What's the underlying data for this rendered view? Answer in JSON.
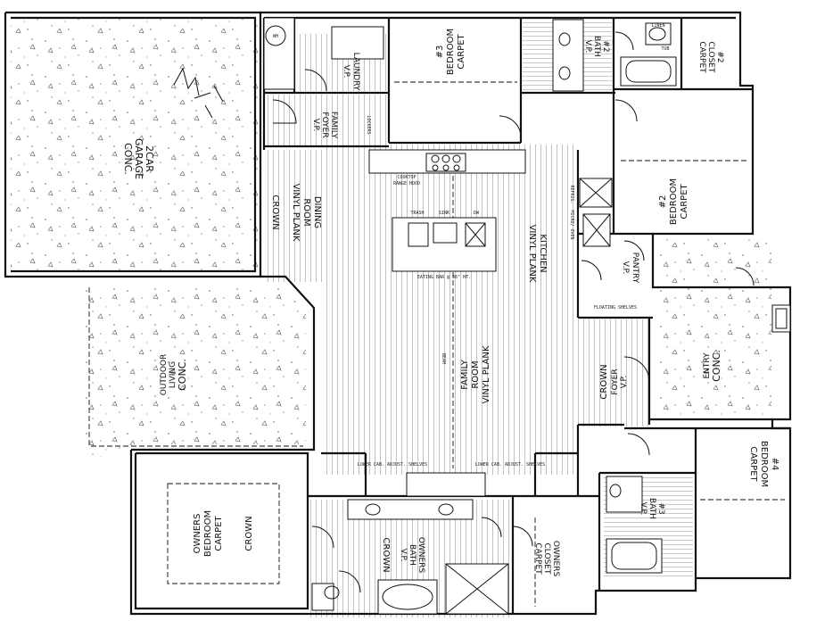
{
  "rooms": {
    "garage": {
      "line1": "2CAR",
      "line2": "GARAGE",
      "line3": "CONC."
    },
    "outdoor": {
      "line1": "OUTDOOR",
      "line2": "LIVING",
      "line3": "CONC."
    },
    "dining": {
      "line1": "DINING",
      "line2": "ROOM",
      "line3": "VINYL PLANK",
      "ceiling": "CROWN"
    },
    "family": {
      "line1": "FAMILY",
      "line2": "ROOM",
      "line3": "VINYL PLANK"
    },
    "kitchen": {
      "line1": "KITCHEN",
      "line2": "VINYL PLANK"
    },
    "laundry": {
      "line1": "LAUNDRY",
      "line2": "V.P."
    },
    "family_foyer": {
      "line1": "FAMILY",
      "line2": "FOYER",
      "line3": "V.P."
    },
    "bed3": {
      "line1": "#3",
      "line2": "BEDROOM",
      "line3": "CARPET"
    },
    "bath2": {
      "line1": "#2",
      "line2": "BATH",
      "line3": "V.P."
    },
    "closet2": {
      "line1": "#2",
      "line2": "CLOSET",
      "line3": "CARPET"
    },
    "bed2": {
      "line1": "#2",
      "line2": "BEDROOM",
      "line3": "CARPET"
    },
    "pantry": {
      "line1": "PANTRY",
      "line2": "V.P."
    },
    "entry": {
      "line1": "ENTRY",
      "line2": "CONC."
    },
    "foyer": {
      "line1": "FOYER",
      "line2": "V.P.",
      "ceiling": "CROWN"
    },
    "bed4": {
      "line1": "#4",
      "line2": "BEDROOM",
      "line3": "CARPET"
    },
    "bath3": {
      "line1": "#3",
      "line2": "BATH",
      "line3": "V.P."
    },
    "owners_bed": {
      "line1": "OWNERS",
      "line2": "BEDROOM",
      "line3": "CARPET",
      "ceiling": "CROWN"
    },
    "owners_bath": {
      "line1": "OWNERS",
      "line2": "BATH",
      "line3": "V.P.",
      "ceiling": "CROWN"
    },
    "owners_closet": {
      "line1": "OWNERS",
      "line2": "CLOSET",
      "line3": "CARPET"
    }
  },
  "small_notes": {
    "lockers": "LOCKERS",
    "cooktop": "COOKTOP",
    "sink": "SINK",
    "dw": "DW",
    "trash": "TRASH",
    "micro_oven": "MICRO/ OVEN",
    "refrig": "REFRIG.",
    "floating_shelves": "FLOATING SHELVES",
    "tub": "TUB",
    "linen": "LINEN",
    "wh": "WH",
    "beam": "BEAM",
    "range_hood": "RANGE HOOD",
    "eating_bar": "EATING BAR @ 36\" HT.",
    "lower_cab_l": "LOWER CAB. ADJUST. SHELVES",
    "lower_cab_r": "LOWER CAB. ADJUST. SHELVES"
  }
}
